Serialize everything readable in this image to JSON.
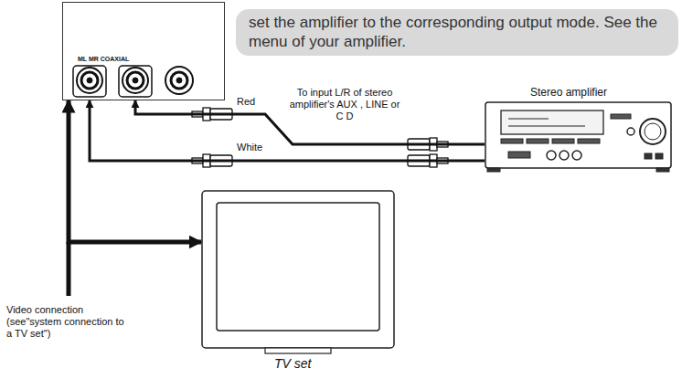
{
  "diagram": {
    "nodes": [
      {
        "text": [
          "ML MR COAXIAL"
        ]
      },
      {
        "text": [
          "set the amplifier to the corresponding output mode. See the menu of your amplifier."
        ]
      },
      {
        "text": [
          "Stereo amplifier"
        ]
      },
      {
        "text": [
          "TV set"
        ]
      }
    ],
    "edges": [
      {
        "from": 2,
        "to": 0,
        "arrow": "to",
        "label": "Red"
      },
      {
        "from": 2,
        "to": 0,
        "arrow": "to",
        "label": "White"
      },
      {
        "from": 0,
        "to": 3,
        "arrow": "both",
        "label": "Video connection (see\"system connection to a TV set\")"
      }
    ],
    "labels": [
      "To input L/R of stereo amplifier's AUX , LINE or C D"
    ]
  }
}
